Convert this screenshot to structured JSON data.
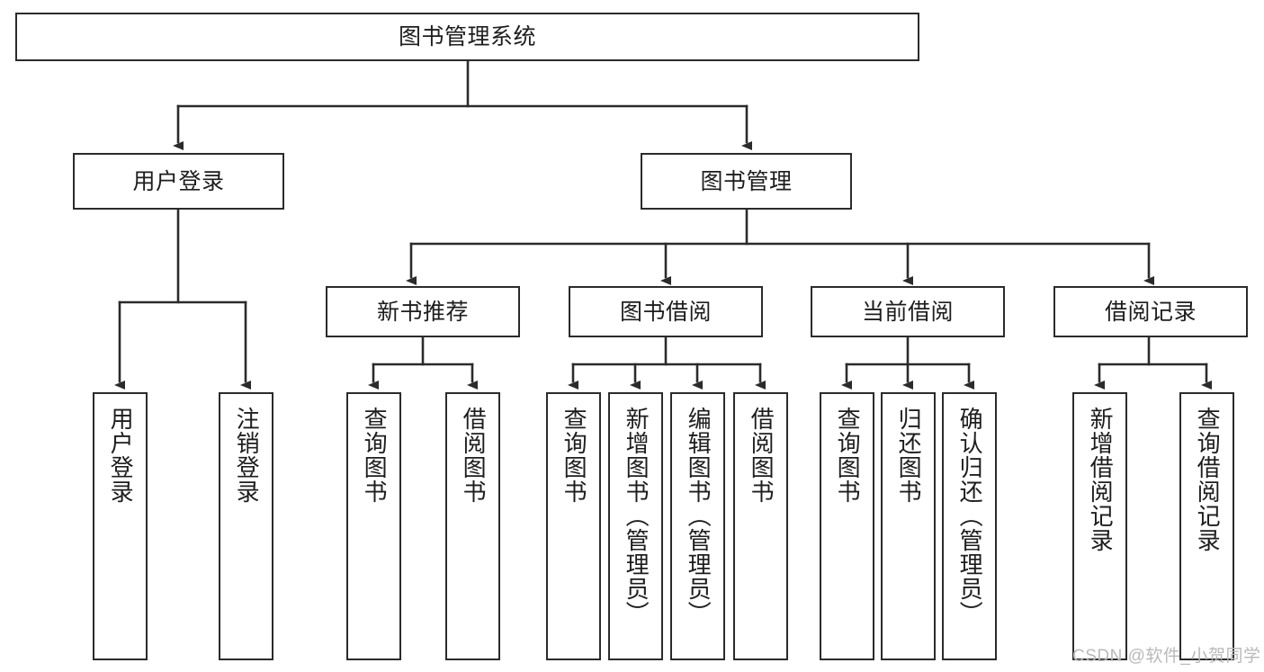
{
  "diagram": {
    "title": "图书管理系统",
    "root": {
      "label": "图书管理系统"
    },
    "level2": [
      {
        "label": "用户登录"
      },
      {
        "label": "图书管理"
      }
    ],
    "level3": [
      {
        "label": "新书推荐"
      },
      {
        "label": "图书借阅"
      },
      {
        "label": "当前借阅"
      },
      {
        "label": "借阅记录"
      }
    ],
    "leaves": {
      "user_login": [
        {
          "label": "用户登录"
        },
        {
          "label": "注销登录"
        }
      ],
      "new_book_recommend": [
        {
          "label": "查询图书"
        },
        {
          "label": "借阅图书"
        }
      ],
      "book_borrow": [
        {
          "label": "查询图书"
        },
        {
          "label": "新增图书（管理员）"
        },
        {
          "label": "编辑图书（管理员）"
        },
        {
          "label": "借阅图书"
        }
      ],
      "current_borrow": [
        {
          "label": "查询图书"
        },
        {
          "label": "归还图书"
        },
        {
          "label": "确认归还（管理员）"
        }
      ],
      "borrow_record": [
        {
          "label": "新增借阅记录"
        },
        {
          "label": "查询借阅记录"
        }
      ]
    }
  },
  "watermark": {
    "text": "CSDN @软件_小贺同学"
  },
  "colors": {
    "stroke": "#2b2b2b",
    "background": "#ffffff",
    "text": "#1d1d1d",
    "watermark": "#b9b9b9"
  }
}
